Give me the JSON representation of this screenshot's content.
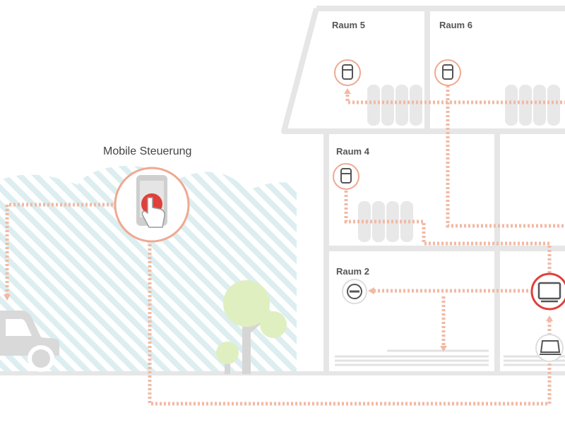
{
  "title": "Mobile Steuerung",
  "rooms": [
    {
      "id": "raum5",
      "label": "Raum 5"
    },
    {
      "id": "raum6",
      "label": "Raum 6"
    },
    {
      "id": "raum4",
      "label": "Raum 4"
    },
    {
      "id": "raum2",
      "label": "Raum 2"
    }
  ],
  "colors": {
    "wall": "#e6e6e6",
    "flow": "#f2b9a4",
    "accent": "#e0403a",
    "ring": "#f0a890",
    "hatch": "#dceef0",
    "tree_leaf": "#e0efc0",
    "vehicle": "#d9d9d9"
  },
  "icons": [
    "smartphone-touch-icon",
    "thermostat-icon",
    "radiator-icon",
    "floor-thermostat-icon",
    "control-unit-monitor-icon",
    "laptop-icon",
    "car-icon",
    "tree-icon"
  ]
}
